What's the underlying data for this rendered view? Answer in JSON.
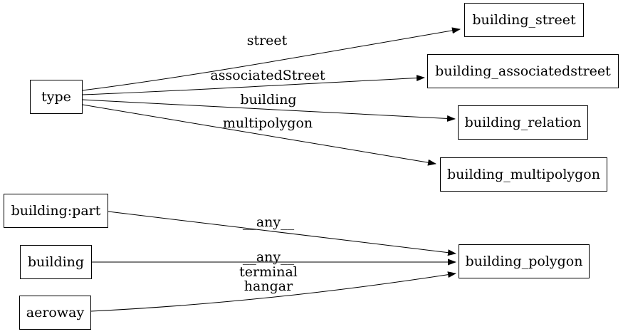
{
  "diagram": {
    "kind": "directed-graph",
    "background_color": "#ffffff",
    "stroke_color": "#000000",
    "text_color": "#000000",
    "nodes": [
      {
        "id": "type",
        "label": "type"
      },
      {
        "id": "building_street",
        "label": "building_street"
      },
      {
        "id": "building_associatedstreet",
        "label": "building_associatedstreet"
      },
      {
        "id": "building_relation",
        "label": "building_relation"
      },
      {
        "id": "building_multipolygon",
        "label": "building_multipolygon"
      },
      {
        "id": "building:part",
        "label": "building:part"
      },
      {
        "id": "building",
        "label": "building"
      },
      {
        "id": "aeroway",
        "label": "aeroway"
      },
      {
        "id": "building_polygon",
        "label": "building_polygon"
      }
    ],
    "edges": [
      {
        "from": "type",
        "to": "building_street",
        "label": "street"
      },
      {
        "from": "type",
        "to": "building_associatedstreet",
        "label": "associatedStreet"
      },
      {
        "from": "type",
        "to": "building_relation",
        "label": "building"
      },
      {
        "from": "type",
        "to": "building_multipolygon",
        "label": "multipolygon"
      },
      {
        "from": "building:part",
        "to": "building_polygon",
        "label": "__any__"
      },
      {
        "from": "building",
        "to": "building_polygon",
        "label": "__any__"
      },
      {
        "from": "aeroway",
        "to": "building_polygon",
        "labels": [
          "terminal",
          "hangar"
        ]
      }
    ]
  }
}
